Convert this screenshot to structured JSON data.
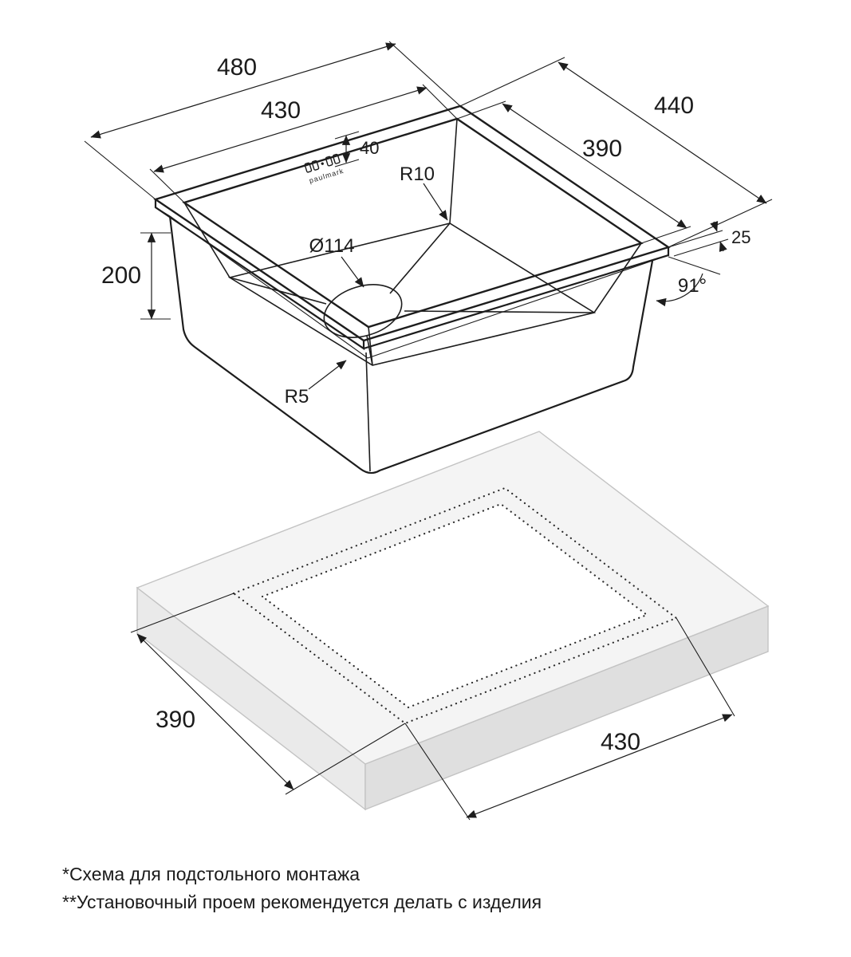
{
  "sink_view": {
    "dims": {
      "outer_width": "480",
      "inner_width": "430",
      "holes_offset": "40",
      "outer_depth": "440",
      "inner_depth": "390",
      "rim_width": "25",
      "bowl_height": "200",
      "bowl_corner_radius": "R10",
      "drain_diameter": "Ø114",
      "wall_angle": "91°",
      "outer_corner_radius": "R5"
    },
    "brand": "paulmark"
  },
  "cutout_view": {
    "dims": {
      "depth": "390",
      "width": "430"
    }
  },
  "footnotes": [
    "*Схема для подстольного монтажа",
    "**Установочный проем рекомендуется делать с изделия"
  ],
  "colors": {
    "line": "#1d1d1d",
    "slab_top": "#f4f4f4",
    "slab_side": "#e4e4e4"
  }
}
